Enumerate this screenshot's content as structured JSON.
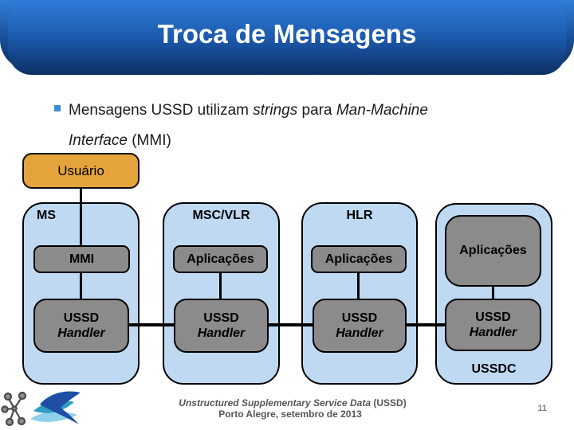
{
  "header": {
    "title": "Troca de Mensagens"
  },
  "body": {
    "bullet_segments": {
      "s1": "Mensagens USSD utilizam ",
      "s2": "strings",
      "s3": " para ",
      "s4": "Man-Machine Interface",
      "s5": " (MMI)"
    }
  },
  "diagram": {
    "user_label": "Usuário",
    "columns": [
      {
        "label": "MS",
        "app_label": "MMI",
        "ussd_line1": "USSD",
        "ussd_line2": "Handler"
      },
      {
        "label": "MSC/VLR",
        "app_label": "Aplicações",
        "ussd_line1": "USSD",
        "ussd_line2": "Handler"
      },
      {
        "label": "HLR",
        "app_label": "Aplicações",
        "ussd_line1": "USSD",
        "ussd_line2": "Handler"
      },
      {
        "label": "USSDC",
        "app_label": "Aplicações",
        "ussd_line1": "USSD",
        "ussd_line2": "Handler"
      }
    ]
  },
  "footer": {
    "reference_italic": "Unstructured Supplementary Service Data",
    "reference_suffix": " (USSD)",
    "location_date": "Porto Alegre, setembro de 2013",
    "page_number": "11"
  },
  "icons": {
    "logo_left": "molecule-network-icon",
    "logo_right": "triple-swoosh-logo"
  },
  "colors": {
    "header_gradient_top": "#2F7CD9",
    "header_gradient_bottom": "#0B2D60",
    "column_fill": "#BFD9F2",
    "box_fill": "#8B8B8B",
    "user_box_fill": "#E5A33C",
    "bullet_marker": "#3D8DD5",
    "outline": "#000000",
    "footer_text": "#565656"
  }
}
